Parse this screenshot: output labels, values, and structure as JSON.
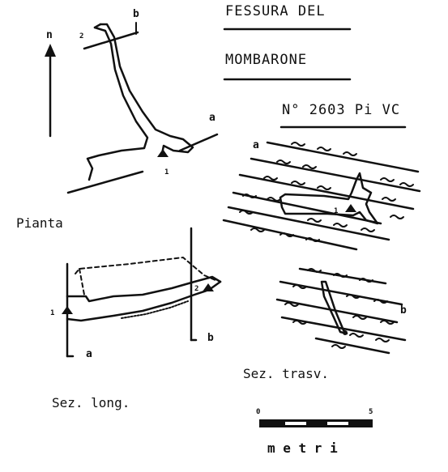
{
  "header": {
    "title_line1": "FESSURA   DEL",
    "title_line2": "MOMBARONE",
    "catalog_number": "N° 2603 Pi VC"
  },
  "plan": {
    "label": "Pianta",
    "north_label": "n",
    "section_a": "a",
    "section_b": "b",
    "station_1": "1",
    "station_2": "2"
  },
  "longitudinal_section": {
    "label": "Sez. long.",
    "section_a": "a",
    "section_b": "b",
    "station_1": "1",
    "station_2": "2"
  },
  "cross_sections": {
    "label": "Sez. trasv.",
    "section_a": "a",
    "section_b": "b",
    "station_1": "1"
  },
  "scale_bar": {
    "start_value": "0",
    "end_value": "5",
    "unit_label": "m e t r i"
  },
  "colors": {
    "ink": "#111111",
    "paper": "#ffffff"
  }
}
